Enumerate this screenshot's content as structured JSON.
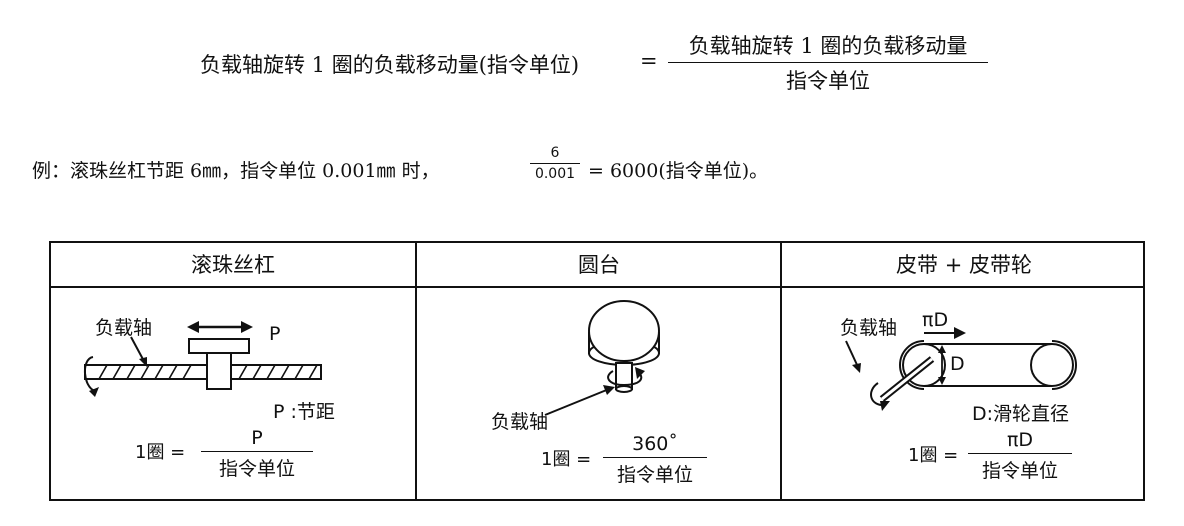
{
  "formula": {
    "lhs": "负载轴旋转 1 圈的负载移动量(指令单位)",
    "equals": "=",
    "numerator": "负载轴旋转 1 圈的负载移动量",
    "denominator": "指令单位"
  },
  "example": {
    "text": "例：滚珠丝杠节距 6㎜，指令单位 0.001㎜ 时，",
    "numerator": "6",
    "denominator": "0.001",
    "result": "= 6000(指令单位)。"
  },
  "table": {
    "columns": [
      {
        "title": "滚珠丝杠",
        "load_axis_label": "负载轴",
        "p_label": "P",
        "pitch_note": "P :节距",
        "one_turn": "1圈 =",
        "numerator": "P",
        "denominator": "指令单位"
      },
      {
        "title": "圆台",
        "load_axis_label": "负载轴",
        "one_turn": "1圈 =",
        "numerator": "360˚",
        "denominator": "指令单位"
      },
      {
        "title": "皮带 + 皮带轮",
        "load_axis_label": "负载轴",
        "pi_d_label": "πD",
        "d_label": "D",
        "diameter_note": "D:滑轮直径",
        "one_turn": "1圈 =",
        "numerator": "πD",
        "denominator": "指令单位"
      }
    ]
  }
}
